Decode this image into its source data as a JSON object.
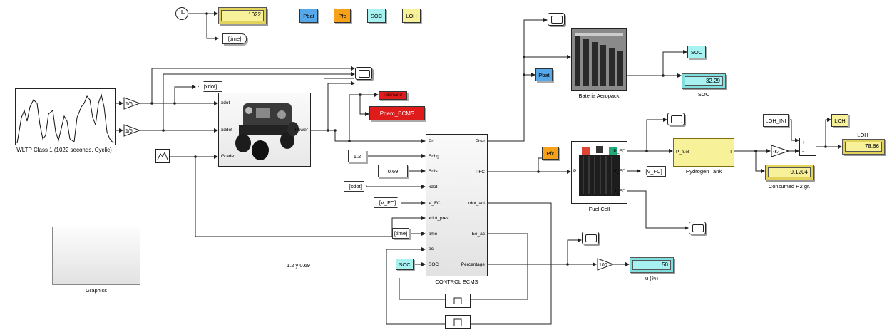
{
  "blocks": {
    "wltp_caption": "WLTP Class 1 (1022  seconds, Cyclic)",
    "gain1": "1/6",
    "gain2": "1/6",
    "vehicle_ports_in": [
      "xdot",
      "xddot",
      "Grade"
    ],
    "vehicle_port_out": "Power",
    "goto_xdot": "[xdot]",
    "goto_time": "[time]",
    "goto_demand": "Pdemand",
    "pdem_box": "Pdem_ECMS",
    "const_schg": "1.2",
    "const_sdis": "0.69",
    "from_xdot": "[xdot]",
    "from_vfc": "[V_FC]",
    "from_time": "[time]",
    "soc_small": "SOC",
    "ecms_inputs": [
      "Pd",
      "Schg",
      "Sdis",
      "xdot",
      "V_FC",
      "xdot_prev",
      "time",
      "ec",
      "SOC"
    ],
    "ecms_outputs": [
      "Pbat",
      "PFC",
      "xdot_act",
      "Ee_ac",
      "Percentage"
    ],
    "ecms_caption": "CONTROL ECMS",
    "graphics_caption": "Graphics",
    "note_text": "1.2 y 0.69",
    "clock_display": "1022",
    "top_tags": [
      "Pbat",
      "Pfc",
      "SOC",
      "LOH"
    ],
    "pbat_goto": "Pbat",
    "pfc_goto": "Pfc",
    "battery_caption": "Bateria Aeropack",
    "soc_goto": "SOC",
    "soc_display": "32.29",
    "soc_caption": "SOC",
    "fc_ports_out": [
      "P_FC",
      "V_FC",
      "I_FC"
    ],
    "fc_port_in": "P",
    "fc_goto_vfc": "[V_FC]",
    "fc_caption": "Fuel Cell",
    "tank_port_in": "P_fuel",
    "tank_port_out": "I",
    "tank_caption": "Hydrogen Tank",
    "h2_display": "0.1204",
    "h2_caption": "Consumed H2 gr.",
    "loh_ini": "LOH_INI",
    "gain_k": "-K-",
    "loh_goto": "LOH",
    "loh_caption": "LOH",
    "loh_display": "78.66",
    "gain_100": "100",
    "u_display": "50",
    "u_caption": "u (%)"
  },
  "colors": {
    "yellow": "#f7f19a",
    "yellow_dark": "#e3d35a",
    "blue": "#56a8e8",
    "orange": "#f6a11a",
    "cyan": "#a7f1f1",
    "red": "#e01b1b",
    "wire": "#222222"
  }
}
